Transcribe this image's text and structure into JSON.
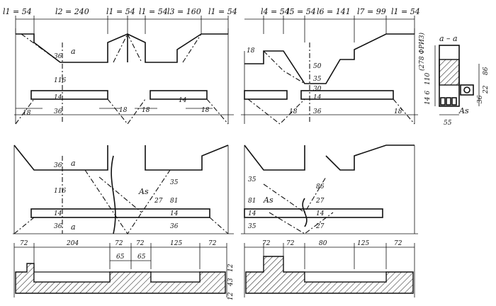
{
  "top_left": {
    "labels": [
      "l1 = 54",
      "l2 = 240",
      "l1 = 54",
      "l1 = 54",
      "l3 = 160",
      "l1 = 54"
    ],
    "section_mark": "a",
    "dims": [
      "36",
      "116",
      "36",
      "14",
      "18",
      "18",
      "18",
      "18",
      "14"
    ]
  },
  "top_right": {
    "labels": [
      "l4 = 54",
      "l5 = 54",
      "l6 = 141",
      "l7 = 99",
      "l1 = 54"
    ],
    "dims": [
      "18",
      "50",
      "35",
      "30",
      "14",
      "36",
      "18",
      "18"
    ]
  },
  "section": {
    "title": "a – a",
    "note": "(278 ФРИЗ)",
    "dims": [
      "110",
      "14 6",
      "86",
      "22",
      "36",
      "55"
    ],
    "rebar": "As"
  },
  "mid_left": {
    "mark": "a",
    "dims": [
      "36",
      "116",
      "36",
      "14",
      "35",
      "81",
      "27",
      "14",
      "36"
    ],
    "rebar": "As"
  },
  "mid_right": {
    "dims": [
      "35",
      "81",
      "14",
      "35",
      "86",
      "27",
      "14",
      "27"
    ],
    "rebar": "As"
  },
  "bottom_left": {
    "dims": [
      "72",
      "204",
      "72",
      "72",
      "125",
      "72"
    ],
    "sub_dims": [
      "65",
      "65"
    ],
    "heights": [
      "12",
      "43",
      "12"
    ]
  },
  "bottom_right": {
    "dims": [
      "72",
      "72",
      "80",
      "125",
      "72"
    ]
  }
}
